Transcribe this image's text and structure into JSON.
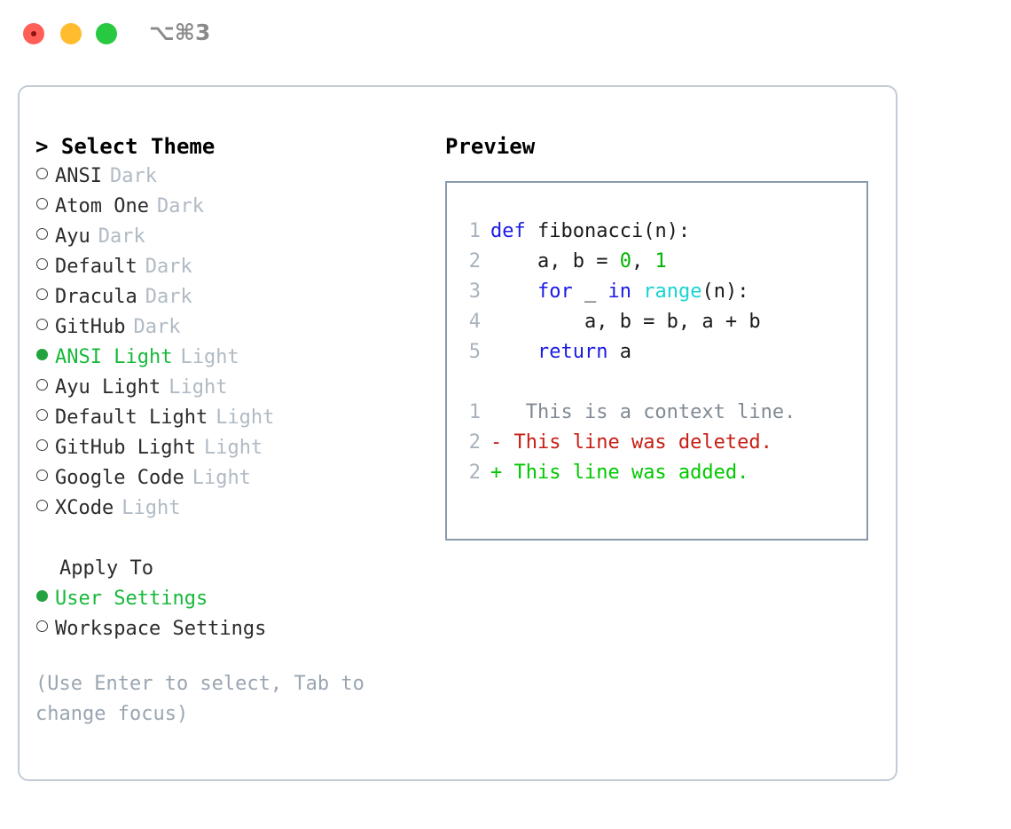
{
  "window": {
    "shortcut": "⌥⌘3",
    "traffic_lights": [
      "close",
      "minimize",
      "maximize"
    ],
    "colors": {
      "close": "#ff5f57",
      "minimize": "#febc2e",
      "maximize": "#28c840",
      "panel_border": "#c2cbd6",
      "preview_border": "#8a9aad",
      "selected_green": "#17b93b",
      "tag_gray": "#b0bac4",
      "hint_gray": "#9aa5b1"
    }
  },
  "theme_picker": {
    "title": "> Select Theme",
    "items": [
      {
        "name": "ANSI",
        "tag": "Dark",
        "selected": false
      },
      {
        "name": "Atom One",
        "tag": "Dark",
        "selected": false
      },
      {
        "name": "Ayu",
        "tag": "Dark",
        "selected": false
      },
      {
        "name": "Default",
        "tag": "Dark",
        "selected": false
      },
      {
        "name": "Dracula",
        "tag": "Dark",
        "selected": false
      },
      {
        "name": "GitHub",
        "tag": "Dark",
        "selected": false
      },
      {
        "name": "ANSI Light",
        "tag": "Light",
        "selected": true
      },
      {
        "name": "Ayu Light",
        "tag": "Light",
        "selected": false
      },
      {
        "name": "Default Light",
        "tag": "Light",
        "selected": false
      },
      {
        "name": "GitHub Light",
        "tag": "Light",
        "selected": false
      },
      {
        "name": "Google Code",
        "tag": "Light",
        "selected": false
      },
      {
        "name": "XCode",
        "tag": "Light",
        "selected": false
      }
    ]
  },
  "apply_to": {
    "title": "Apply To",
    "items": [
      {
        "name": "User Settings",
        "selected": true
      },
      {
        "name": "Workspace Settings",
        "selected": false
      }
    ]
  },
  "hint": "(Use Enter to select, Tab to change focus)",
  "preview": {
    "title": "Preview",
    "code_lines": [
      {
        "no": "1",
        "tokens": [
          {
            "t": "def",
            "c": "kw"
          },
          {
            "t": " fibonacci(n):",
            "c": "pl"
          }
        ]
      },
      {
        "no": "2",
        "tokens": [
          {
            "t": "    a, b = ",
            "c": "pl"
          },
          {
            "t": "0",
            "c": "num"
          },
          {
            "t": ", ",
            "c": "pl"
          },
          {
            "t": "1",
            "c": "num"
          }
        ]
      },
      {
        "no": "3",
        "tokens": [
          {
            "t": "    ",
            "c": "pl"
          },
          {
            "t": "for",
            "c": "kw"
          },
          {
            "t": " _ ",
            "c": "pl"
          },
          {
            "t": "in",
            "c": "kw"
          },
          {
            "t": " ",
            "c": "pl"
          },
          {
            "t": "range",
            "c": "fn"
          },
          {
            "t": "(n):",
            "c": "pl"
          }
        ]
      },
      {
        "no": "4",
        "tokens": [
          {
            "t": "        a, b = b, a + b",
            "c": "pl"
          }
        ]
      },
      {
        "no": "5",
        "tokens": [
          {
            "t": "    ",
            "c": "pl"
          },
          {
            "t": "return",
            "c": "kw"
          },
          {
            "t": " a",
            "c": "pl"
          }
        ]
      }
    ],
    "diff_lines": [
      {
        "no": "1",
        "marker": " ",
        "text": "  This is a context line.",
        "kind": "context"
      },
      {
        "no": "2",
        "marker": "-",
        "text": " This line was deleted.",
        "kind": "deleted"
      },
      {
        "no": "2",
        "marker": "+",
        "text": " This line was added.",
        "kind": "added"
      }
    ]
  }
}
